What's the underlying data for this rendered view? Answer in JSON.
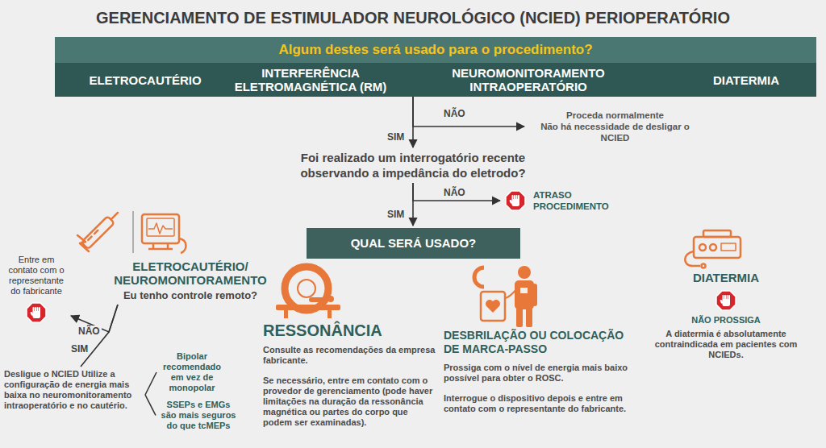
{
  "diagram": {
    "title": "GERENCIAMENTO DE ESTIMULADOR NEUROLÓGICO (NCIED) PERIOPERATÓRIO",
    "nodes": [
      {
        "text": [
          "Algum destes será usado para o procedimento?",
          "ELETROCAUTÉRIO",
          "INTERFERÊNCIA ELETROMAGNÉTICA (RM)",
          "NEUROMONITORAMENTO INTRAOPERATÓRIO",
          "DIATERMIA"
        ]
      },
      {
        "text": [
          "Proceda normalmente",
          "Não há necessidade de desligar o NCIED"
        ]
      },
      {
        "text": [
          "Foi realizado um interrogatório recente observando a impedância do eletrodo?"
        ]
      },
      {
        "text": [
          "ATRASO PROCEDIMENTO"
        ]
      },
      {
        "text": [
          "QUAL SERÁ USADO?"
        ]
      },
      {
        "text": [
          "ELETROCAUTÉRIO/ NEUROMONITORAMENTO",
          "Eu tenho controle remoto?"
        ]
      },
      {
        "text": [
          "Entre em contato com o representante do fabricante"
        ]
      },
      {
        "text": [
          "Desligue o NCIED Utilize a configuração de energia mais baixa no neuromonitoramento intraoperatório e no cautério."
        ]
      },
      {
        "text": [
          "Bipolar recomendado em vez de monopolar"
        ]
      },
      {
        "text": [
          "SSEPs e EMGs são mais seguros do que tcMEPs"
        ]
      },
      {
        "text": [
          "RESSONÂNCIA",
          "Consulte as recomendações da empresa fabricante.",
          "Se necessário, entre em contato com o provedor de gerenciamento (pode haver limitações na duração da ressonância magnética ou partes do corpo que podem ser examinadas)."
        ]
      },
      {
        "text": [
          "DESBRILAÇÃO OU COLOCAÇÃO DE MARCA-PASSO",
          "Prossiga com o nível de energia mais baixo possível para obter o ROSC.",
          "Interrogue o dispositivo depois e entre em contato com o representante do fabricante."
        ]
      },
      {
        "text": [
          "DIATERMIA",
          "NÃO PROSSIGA",
          "A diatermia é absolutamente contraindicada em pacientes com NCIEDs."
        ]
      }
    ],
    "edges": [
      {
        "from": 0,
        "to": 1,
        "label": "NÃO",
        "arrow": "to"
      },
      {
        "from": 0,
        "to": 2,
        "label": "SIM",
        "arrow": "to"
      },
      {
        "from": 2,
        "to": 3,
        "label": "NÃO",
        "arrow": "to"
      },
      {
        "from": 2,
        "to": 4,
        "label": "SIM",
        "arrow": "to"
      },
      {
        "from": 5,
        "to": 6,
        "label": "NÃO",
        "arrow": "to"
      },
      {
        "from": 5,
        "to": 7,
        "label": "SIM",
        "arrow": "none"
      },
      {
        "from": 7,
        "to": 8,
        "arrow": "none"
      },
      {
        "from": 7,
        "to": 9,
        "arrow": "none"
      }
    ]
  }
}
